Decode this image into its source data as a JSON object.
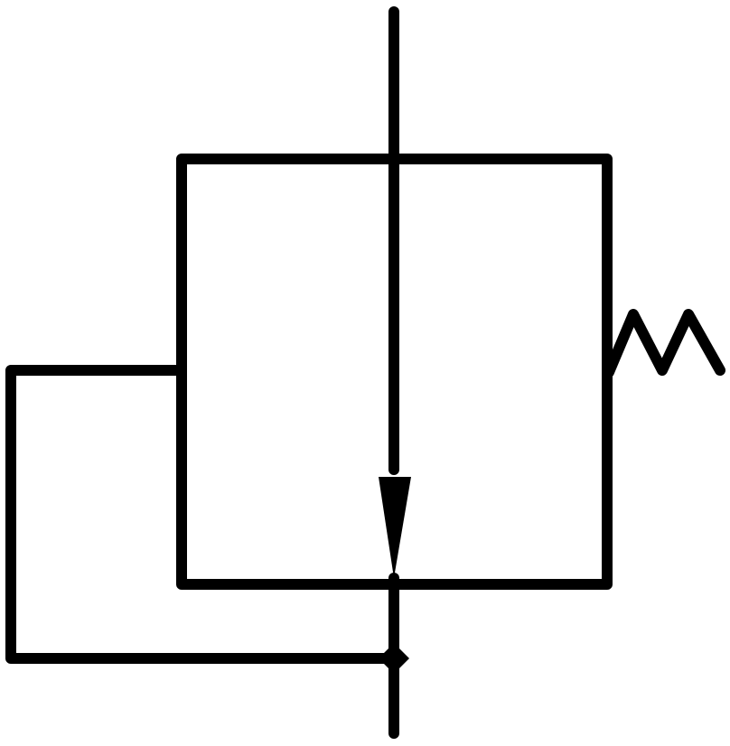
{
  "diagram": {
    "type": "hydraulic-valve-symbol",
    "components": [
      "valve-envelope",
      "flow-line",
      "flow-arrow",
      "spring",
      "pilot-line",
      "junction-point"
    ],
    "colors": {
      "stroke": "#000000",
      "background": "#ffffff"
    }
  }
}
